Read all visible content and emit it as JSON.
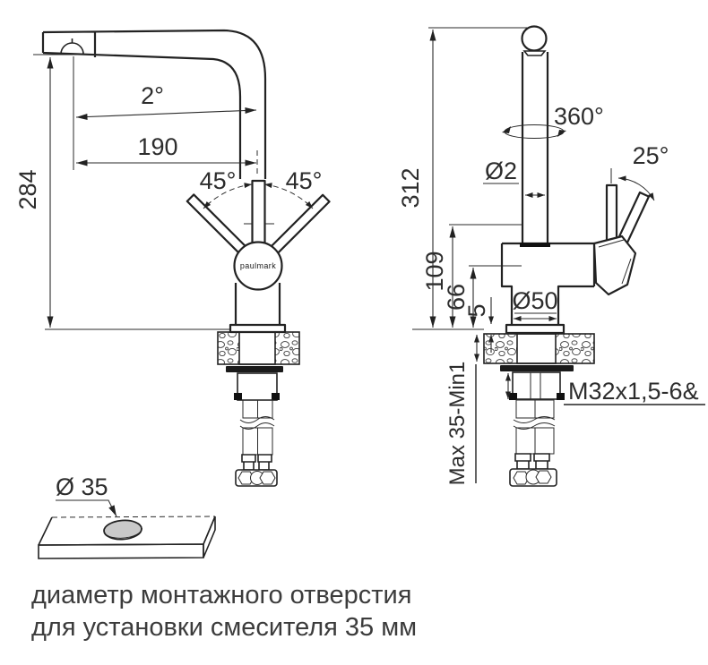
{
  "drawing_title": "faucet-installation-drawing",
  "brand": {
    "logo": "paulmark"
  },
  "front_view": {
    "dims": {
      "spout_tilt": "2°",
      "spout_reach": "190",
      "height_to_spout": "284",
      "handle_left_angle": "45°",
      "handle_right_angle": "45°"
    }
  },
  "side_view": {
    "dims": {
      "total_height": "312",
      "swivel_angle": "360°",
      "tube_diameter": "Ø2",
      "handle_angle": "25°",
      "body_height": "109",
      "body_mid_height": "66",
      "base_thickness": "5",
      "base_diameter": "Ø50",
      "mount_thickness_range": "Max 35-Min1",
      "thread_spec": "M32x1,5-6&"
    }
  },
  "mount_plate": {
    "hole_diameter": "Ø 35"
  },
  "caption": {
    "line1": "диаметр монтажного отверстия",
    "line2": "для установки смесителя 35 мм"
  },
  "colors": {
    "line": "#222222",
    "caption_text": "#3c3c3c",
    "hole_shade": "#c9c9c9"
  }
}
